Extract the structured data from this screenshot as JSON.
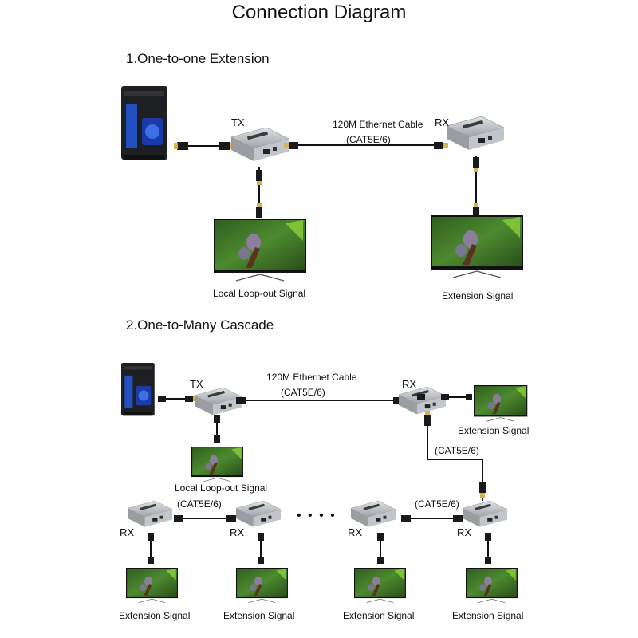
{
  "title": "Connection Diagram",
  "section1": {
    "heading": "1.One-to-one Extension",
    "tx_label": "TX",
    "rx_label": "RX",
    "cable_label": "120M Ethernet Cable",
    "cable_type": "(CAT5E/6)",
    "local_caption": "Local Loop-out Signal",
    "ext_caption": "Extension Signal"
  },
  "section2": {
    "heading": "2.One-to-Many Cascade",
    "tx_label": "TX",
    "rx_label": "RX",
    "cable_label": "120M Ethernet Cable",
    "cable_type": "(CAT5E/6)",
    "cascade_cable_type": "(CAT5E/6)",
    "local_caption": "Local Loop-out Signal",
    "ext_caption": "Extension Signal",
    "chain_rx_labels": [
      "RX",
      "RX",
      "RX",
      "RX"
    ],
    "chain_cable_types": [
      "(CAT5E/6)",
      "(CAT5E/6)"
    ],
    "chain_captions": [
      "Extension Signal",
      "Extension Signal",
      "Extension Signal",
      "Extension Signal"
    ],
    "ellipsis": "• • • •"
  },
  "colors": {
    "device_body": "#b9bcc0",
    "device_top": "#d6d8db",
    "cable": "#111111",
    "connector_gold": "#d8b24a",
    "screen_green": "#3f7a2a",
    "tower_blue": "#2a5fd8"
  }
}
